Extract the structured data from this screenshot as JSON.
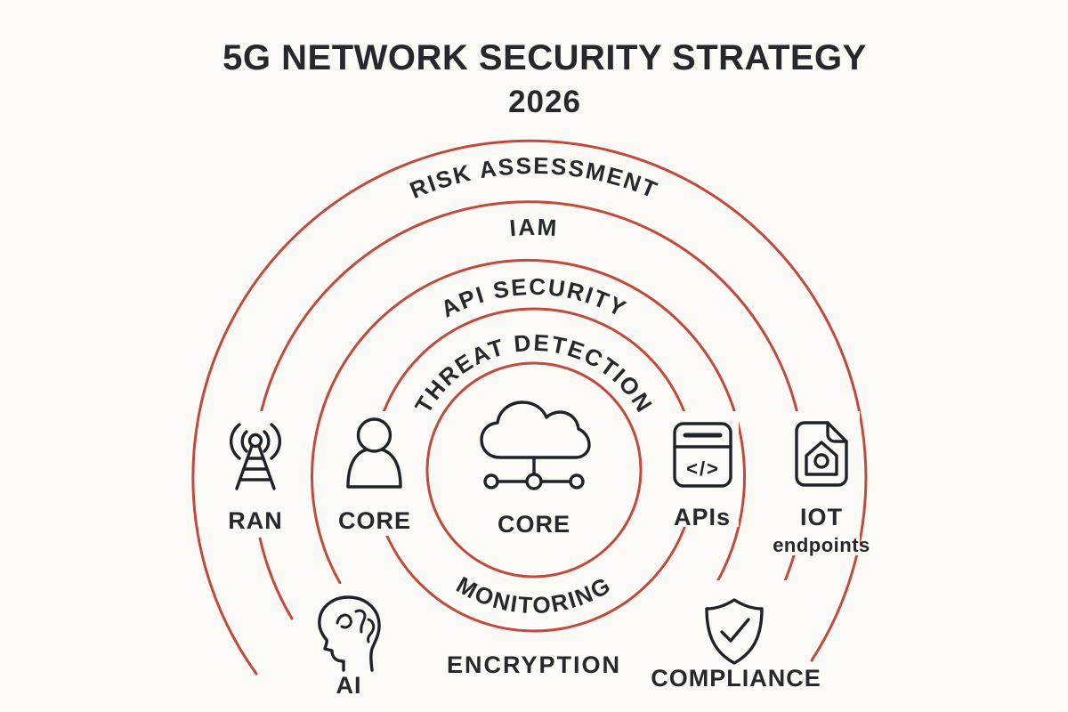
{
  "title": {
    "line1": "5G NETWORK SECURITY STRATEGY",
    "year": "2026"
  },
  "rings": {
    "risk_assessment": "RISK ASSESSMENT",
    "iam": "IAM",
    "api_security": "API SECURITY",
    "threat_detection": "THREAT DETECTION",
    "monitoring": "MONITORING",
    "encryption": "ENCRYPTION"
  },
  "nodes": {
    "ran": {
      "label": "RAN",
      "icon": "cell-tower-icon"
    },
    "core_access": {
      "label": "CORE",
      "icon": "user-icon"
    },
    "core_center": {
      "label": "CORE",
      "icon": "cloud-network-icon"
    },
    "apis": {
      "label": "APIs",
      "icon": "code-window-icon",
      "glyph": "</>"
    },
    "iot": {
      "label": "IOT",
      "sublabel": "endpoints",
      "icon": "smart-home-document-icon"
    },
    "ai": {
      "label": "AI",
      "icon": "head-brain-icon"
    },
    "compliance": {
      "label": "COMPLIANCE",
      "icon": "shield-check-icon"
    }
  },
  "colors": {
    "background": "#fbfaf7",
    "ring_red": "#c24a3d",
    "text_dark": "#26282c",
    "icon_stroke": "#1f2227"
  }
}
